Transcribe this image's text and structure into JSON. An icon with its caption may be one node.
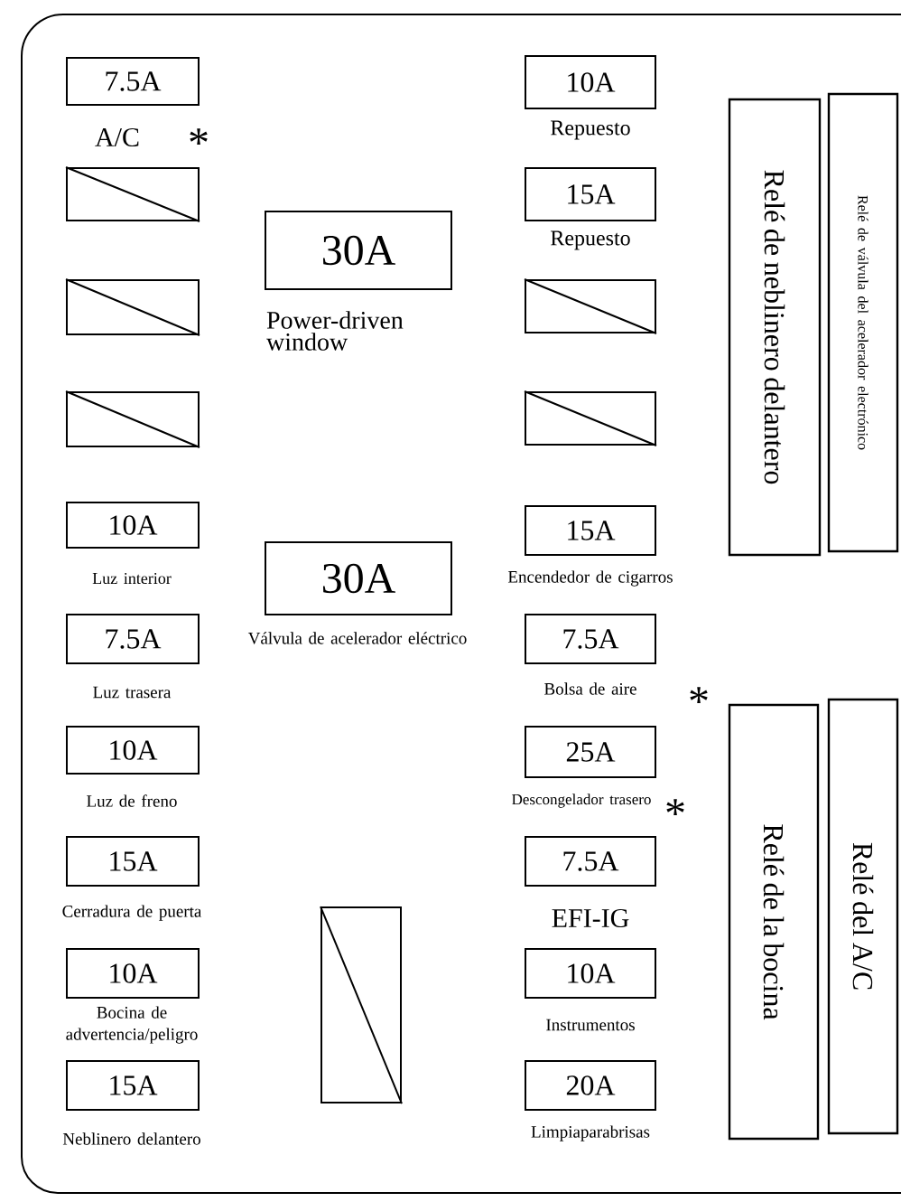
{
  "diagram": {
    "nodes": [
      {
        "text": [
          "7.5A"
        ],
        "beside": [
          "A/C"
        ]
      },
      {
        "text": [],
        "shape": "box"
      },
      {
        "text": [],
        "shape": "box"
      },
      {
        "text": [],
        "shape": "box"
      },
      {
        "text": [
          "10A"
        ],
        "beside": [
          "Luz interior"
        ]
      },
      {
        "text": [
          "7.5A"
        ],
        "beside": [
          "Luz trasera"
        ]
      },
      {
        "text": [
          "10A"
        ],
        "beside": [
          "Luz de freno"
        ]
      },
      {
        "text": [
          "15A"
        ],
        "beside": [
          "Cerradura de puerta"
        ]
      },
      {
        "text": [
          "10A"
        ],
        "beside": [
          "Bocina de advertencia/peligro"
        ]
      },
      {
        "text": [
          "15A"
        ],
        "beside": [
          "Neblinero delantero"
        ]
      },
      {
        "text": [
          "30A"
        ],
        "beside": [
          "Power-driven window"
        ]
      },
      {
        "text": [
          "30A"
        ],
        "beside": [
          "Válvula de acelerador eléctrico"
        ]
      },
      {
        "text": [],
        "shape": "box"
      },
      {
        "text": [
          "10A"
        ],
        "beside": [
          "Repuesto"
        ]
      },
      {
        "text": [
          "15A"
        ],
        "beside": [
          "Repuesto"
        ]
      },
      {
        "text": [],
        "shape": "box"
      },
      {
        "text": [],
        "shape": "box"
      },
      {
        "text": [
          "15A"
        ],
        "beside": [
          "Encendedor de cigarros"
        ]
      },
      {
        "text": [
          "7.5A"
        ],
        "beside": [
          "Bolsa de aire"
        ]
      },
      {
        "text": [
          "25A"
        ],
        "beside": [
          "Descongelador trasero"
        ]
      },
      {
        "text": [
          "7.5A"
        ],
        "beside": [
          "EFI-IG"
        ]
      },
      {
        "text": [
          "10A"
        ],
        "beside": [
          "Instrumentos"
        ]
      },
      {
        "text": [
          "20A"
        ],
        "beside": [
          "Limpiaparabrisas"
        ]
      },
      {
        "text": [
          "Relé de neblinero delantero"
        ]
      },
      {
        "text": [
          "Relé de válvula del acelerador electrónico"
        ]
      },
      {
        "text": [
          "Relé de la bocina"
        ]
      },
      {
        "text": [
          "Relé del A/C"
        ]
      }
    ],
    "labels": [
      "*",
      "*",
      "*"
    ]
  }
}
